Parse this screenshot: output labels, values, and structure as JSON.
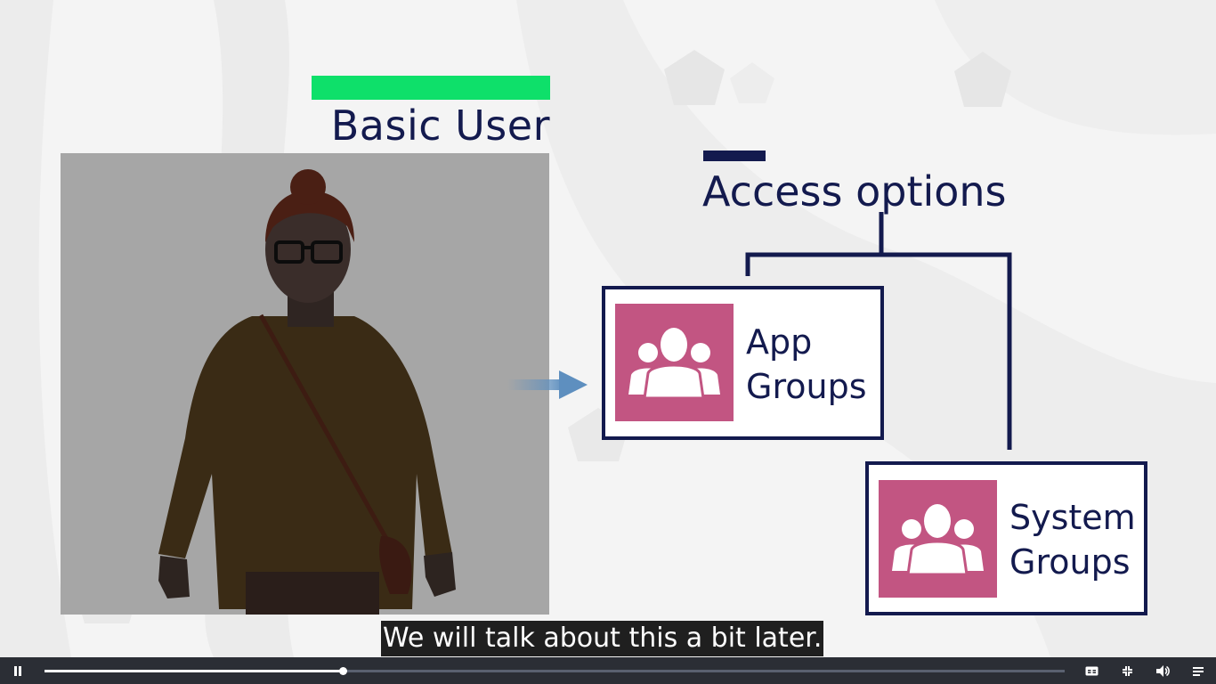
{
  "slide": {
    "title": "Basic User",
    "accent_color": "#0ee06a",
    "access_title": "Access options",
    "groups": [
      {
        "label_line1": "App",
        "label_line2": "Groups",
        "icon": "user-group-icon",
        "color": "#c25582"
      },
      {
        "label_line1": "System",
        "label_line2": "Groups",
        "icon": "user-group-icon",
        "color": "#c25582"
      }
    ]
  },
  "caption": {
    "text": "We will talk about this a bit later."
  },
  "player": {
    "progress_fraction": 0.292,
    "buttons": [
      {
        "name": "pause-button",
        "icon": "pause-icon"
      },
      {
        "name": "captions-button",
        "icon": "cc-icon"
      },
      {
        "name": "exit-fullscreen-button",
        "icon": "exit-fullscreen-icon"
      },
      {
        "name": "volume-button",
        "icon": "volume-icon"
      },
      {
        "name": "transcript-button",
        "icon": "menu-icon"
      }
    ]
  }
}
